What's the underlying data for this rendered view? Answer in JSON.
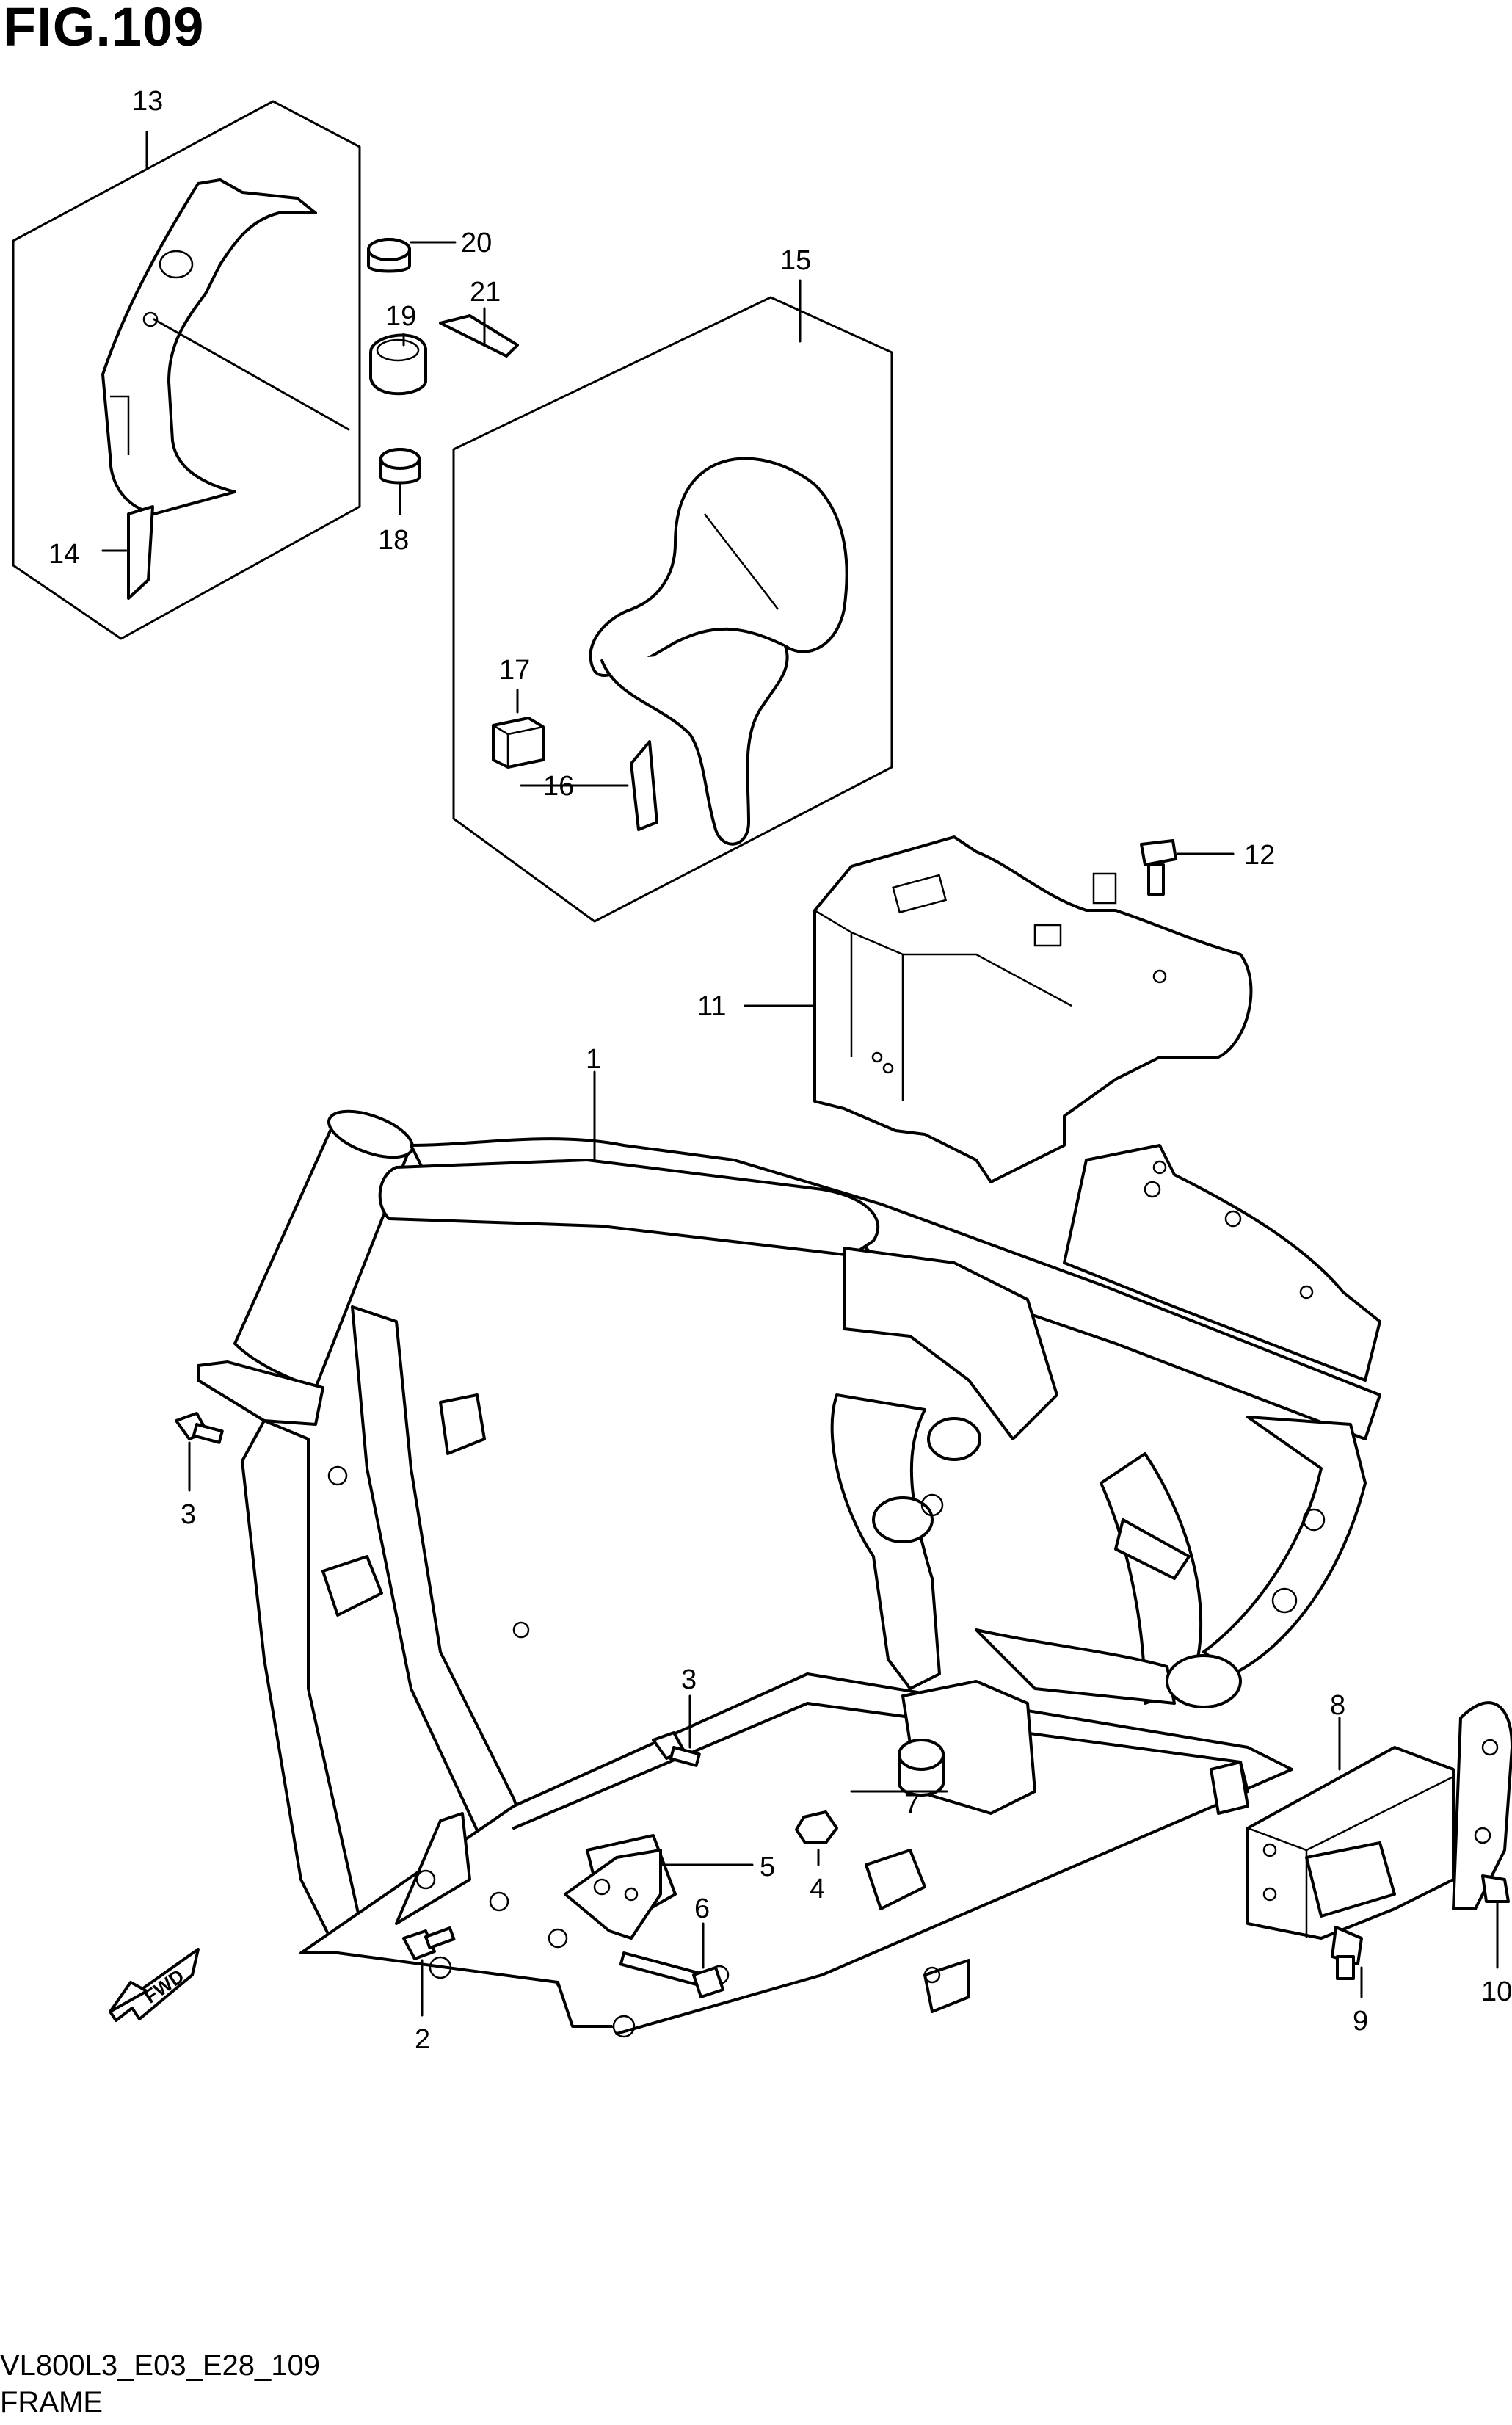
{
  "figure": {
    "title": "FIG.109",
    "code": "VL800L3_E03_E28_109",
    "name": "FRAME",
    "fwd_label": "FWD"
  },
  "callouts": [
    "1",
    "2",
    "3",
    "3",
    "4",
    "5",
    "6",
    "7",
    "8",
    "9",
    "10",
    "11",
    "12",
    "13",
    "14",
    "15",
    "16",
    "17",
    "18",
    "19",
    "20",
    "21"
  ]
}
